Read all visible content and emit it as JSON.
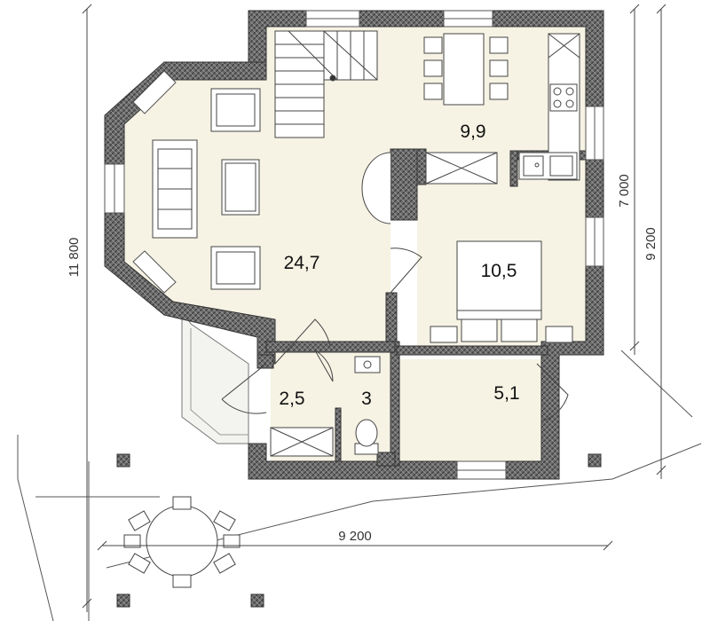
{
  "rooms": [
    {
      "id": "living",
      "area": "24,7"
    },
    {
      "id": "kitchen",
      "area": "9,9"
    },
    {
      "id": "bedroom",
      "area": "10,5"
    },
    {
      "id": "hall",
      "area": "2,5"
    },
    {
      "id": "wc",
      "area": "3"
    },
    {
      "id": "utility",
      "area": "5,1"
    }
  ],
  "dimensions": {
    "total_height": "11 800",
    "right_upper": "7 000",
    "right_total": "9 200",
    "bottom_width": "9 200"
  },
  "colors": {
    "wall": "#6e6e6e",
    "floor": "#f6f3e4",
    "terrace": "#f3f3f0",
    "line": "#555555"
  }
}
